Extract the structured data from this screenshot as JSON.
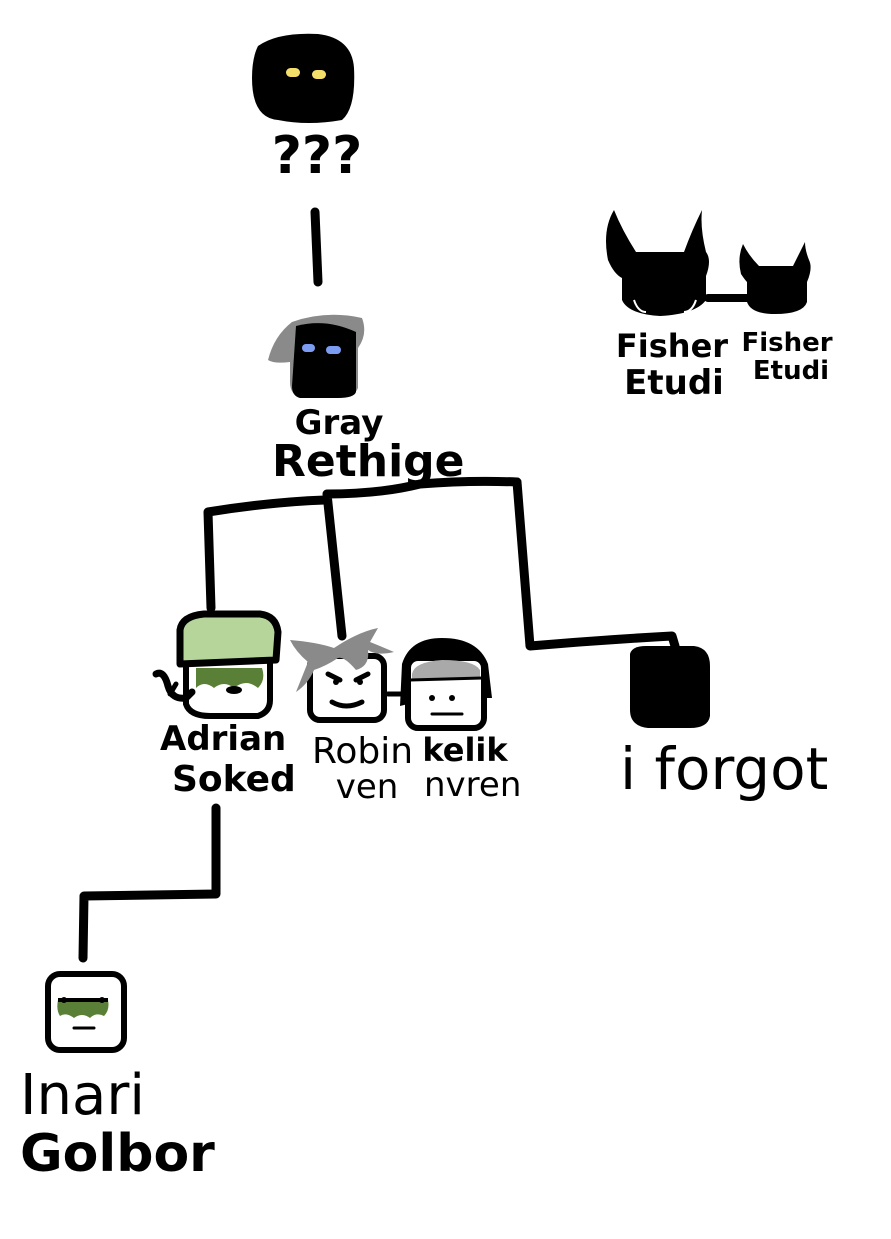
{
  "diagram": {
    "type": "family-tree",
    "colors": {
      "ink": "#000000",
      "background": "#ffffff",
      "eye_yellow": "#f4df6a",
      "eye_blue": "#7b9cf0",
      "hair_gray": "#8a8a8a",
      "hat_green": "#b5d59a",
      "skin_green": "#5a7f36",
      "kelik_hair_gray": "#a9a9a9"
    },
    "nodes": [
      {
        "id": "unknown",
        "name_line1": "???",
        "name_line2": "",
        "face": "shadow-yellow-eyes"
      },
      {
        "id": "gray",
        "name_line1": "Gray",
        "name_line2": "Rethige",
        "face": "shadow-blue-eyes-gray-hair"
      },
      {
        "id": "fisher1",
        "name_line1": "Fisher",
        "name_line2": "Etudi",
        "face": "horned-shadow-large"
      },
      {
        "id": "fisher2",
        "name_line1": "Fisher",
        "name_line2": "Etudi",
        "face": "horned-shadow-small"
      },
      {
        "id": "adrian",
        "name_line1": "Adrian",
        "name_line2": "Soked",
        "face": "green-hat-goblin-pipe"
      },
      {
        "id": "robin",
        "name_line1": "Robin",
        "name_line2": "ven",
        "face": "gray-spiky-hair-angry-smile"
      },
      {
        "id": "kelik",
        "name_line1": "kelik",
        "name_line2": "nvren",
        "face": "black-hair-neutral"
      },
      {
        "id": "forgot",
        "name_line1": "i forgot",
        "name_line2": "",
        "face": "black-square"
      },
      {
        "id": "inari",
        "name_line1": "Inari",
        "name_line2": "Golbor",
        "face": "goblin-neutral"
      }
    ],
    "edges": [
      {
        "from": "unknown",
        "to": "gray",
        "kind": "parent"
      },
      {
        "from": "gray",
        "to": "adrian",
        "kind": "parent"
      },
      {
        "from": "gray",
        "to": "robin",
        "kind": "parent"
      },
      {
        "from": "gray",
        "to": "forgot",
        "kind": "parent"
      },
      {
        "from": "fisher1",
        "to": "fisher2",
        "kind": "link"
      },
      {
        "from": "robin",
        "to": "kelik",
        "kind": "link"
      },
      {
        "from": "adrian",
        "to": "inari",
        "kind": "parent"
      }
    ]
  }
}
